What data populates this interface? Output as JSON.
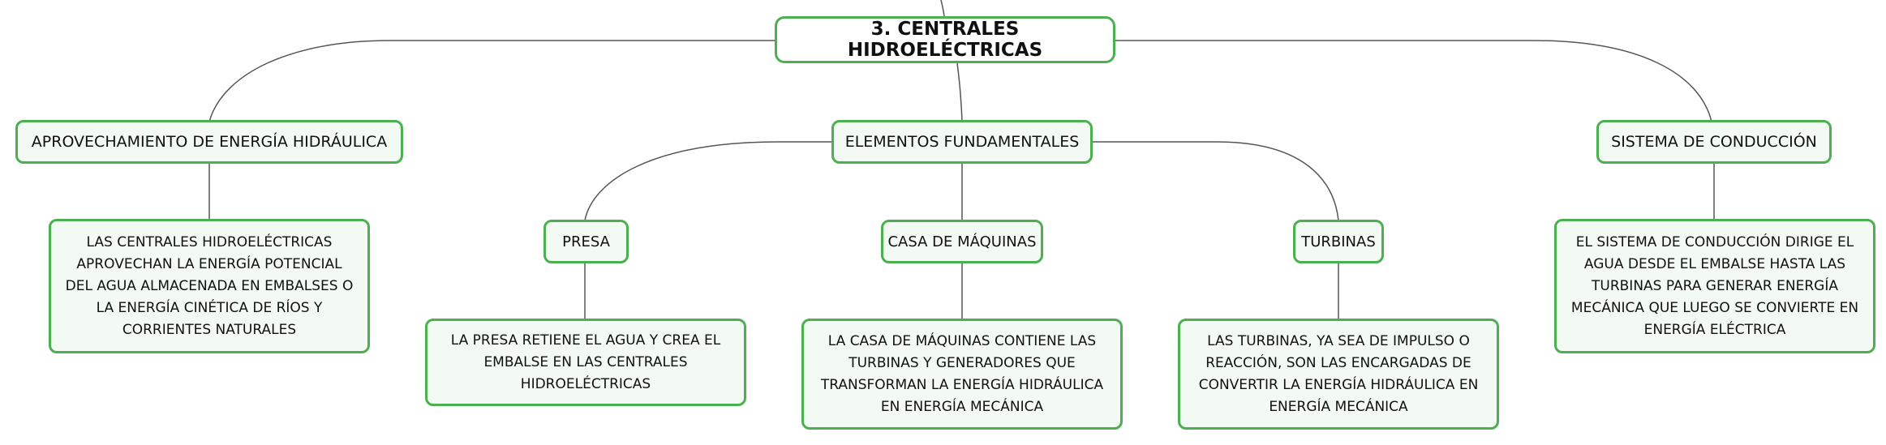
{
  "root": "3. CENTRALES HIDROELÉCTRICAS",
  "branches": {
    "aprovechamiento": {
      "label": "APROVECHAMIENTO DE ENERGÍA HIDRÁULICA",
      "desc": "LAS CENTRALES HIDROELÉCTRICAS APROVECHAN LA ENERGÍA POTENCIAL DEL AGUA ALMACENADA EN EMBALSES O LA ENERGÍA CINÉTICA DE RÍOS Y CORRIENTES NATURALES"
    },
    "elementos": {
      "label": "ELEMENTOS FUNDAMENTALES",
      "presa": {
        "label": "PRESA",
        "desc": "LA PRESA RETIENE EL AGUA Y CREA EL EMBALSE EN LAS CENTRALES HIDROELÉCTRICAS"
      },
      "casa": {
        "label": "CASA DE MÁQUINAS",
        "desc": "LA CASA DE MÁQUINAS CONTIENE LAS TURBINAS Y GENERADORES QUE TRANSFORMAN LA ENERGÍA HIDRÁULICA EN ENERGÍA MECÁNICA"
      },
      "turbinas": {
        "label": "TURBINAS",
        "desc": "LAS TURBINAS, YA SEA DE IMPULSO O REACCIÓN, SON LAS ENCARGADAS DE CONVERTIR LA ENERGÍA HIDRÁULICA EN ENERGÍA MECÁNICA"
      }
    },
    "conduccion": {
      "label": "SISTEMA DE CONDUCCIÓN",
      "desc": "EL SISTEMA DE CONDUCCIÓN DIRIGE EL AGUA DESDE EL EMBALSE HASTA LAS TURBINAS PARA GENERAR ENERGÍA MECÁNICA QUE LUEGO SE CONVIERTE EN ENERGÍA ELÉCTRICA"
    }
  },
  "colors": {
    "border": "#4caf50",
    "fill": "#f3faf4",
    "connector": "#555555"
  }
}
